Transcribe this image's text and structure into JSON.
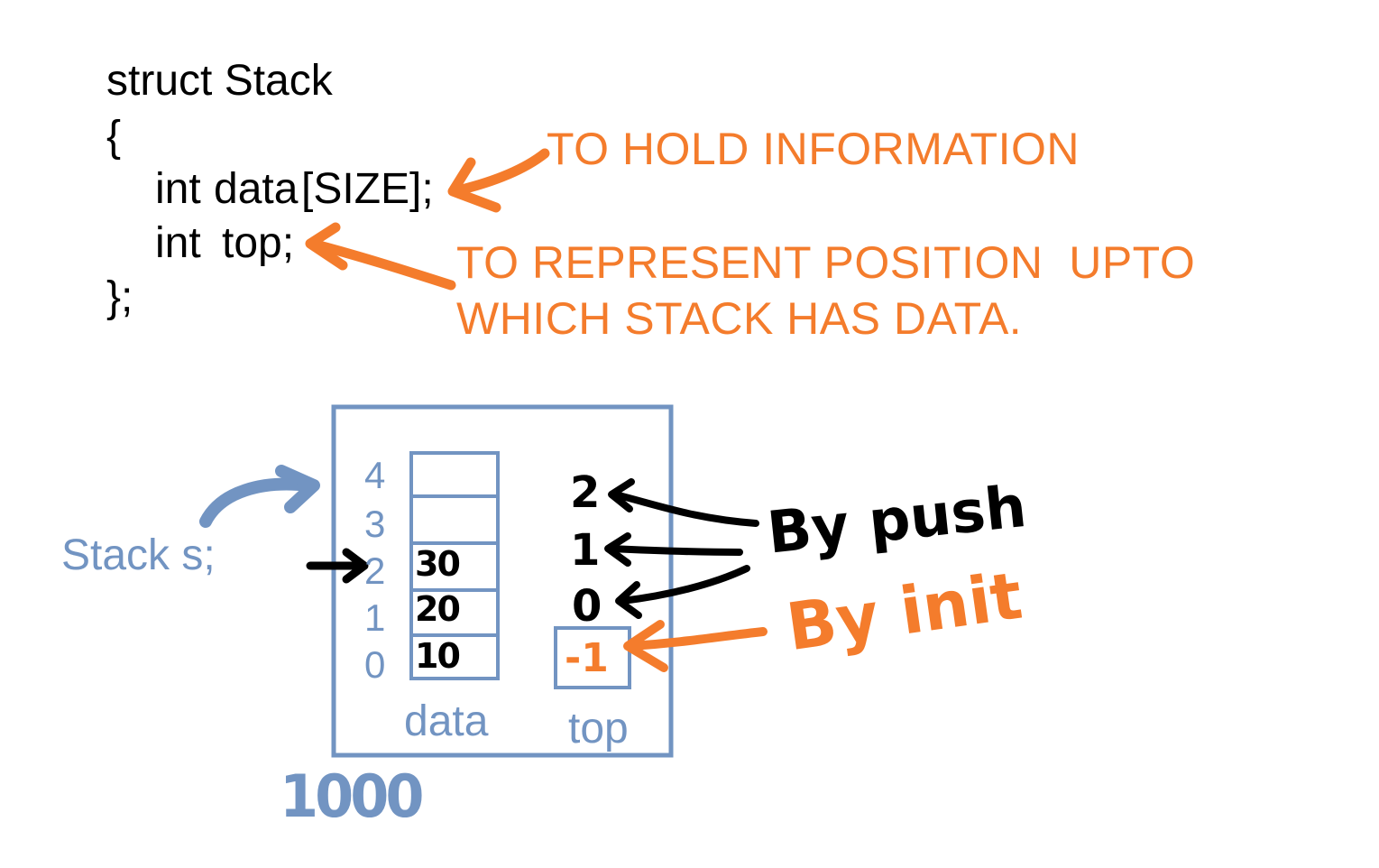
{
  "code": {
    "line1": "struct Stack",
    "line2": "{",
    "line3a": "int",
    "line3b": "data",
    "line3c": "[SIZE];",
    "line4a": "int",
    "line4b": "top;",
    "line5": "};"
  },
  "annotations": {
    "data_note": "TO HOLD INFORMATION",
    "top_note_line1": "TO REPRESENT POSITION  UPTO",
    "top_note_line2": "WHICH STACK HAS DATA."
  },
  "diagram": {
    "variable_label": "Stack s;",
    "indices": [
      "4",
      "3",
      "2",
      "1",
      "0"
    ],
    "data_values": [
      "30",
      "20",
      "10"
    ],
    "data_label": "data",
    "top_label": "top",
    "top_values_push": [
      "2",
      "1",
      "0"
    ],
    "top_value_init": "-1",
    "by_push": "By push",
    "by_init": "By init",
    "address": "1000"
  },
  "colors": {
    "orange": "#f47c2c",
    "blue": "#7294c2",
    "black": "#000000"
  }
}
